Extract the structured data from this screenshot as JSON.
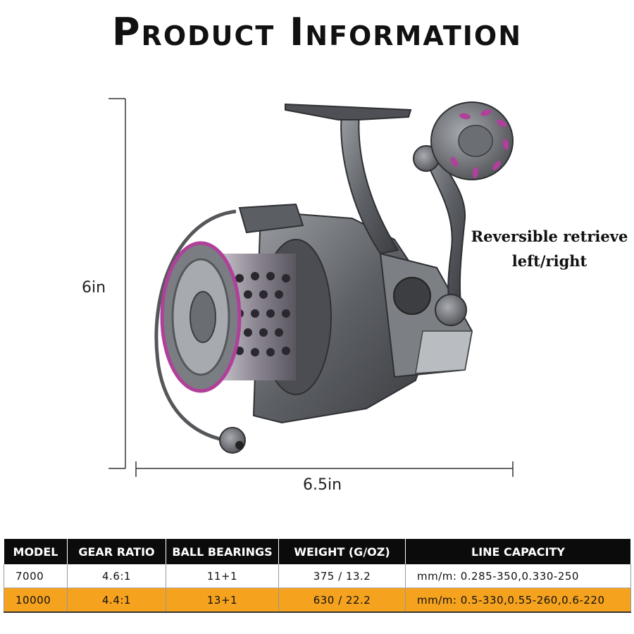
{
  "title": "Product Information",
  "dimensions": {
    "height": "6in",
    "width": "6.5in"
  },
  "callout": {
    "line1": "Reversible retrieve",
    "line2": "left/right"
  },
  "colors": {
    "accent": "#b0409a",
    "metal": "#6d7075",
    "header_bg": "#0b0b0b",
    "highlight_row": "#f5a21e"
  },
  "table": {
    "headers": [
      "MODEL",
      "GEAR RATIO",
      "BALL BEARINGS",
      "WEIGHT (G/OZ)",
      "LINE CAPACITY"
    ],
    "rows": [
      [
        "7000",
        "4.6:1",
        "11+1",
        "375 / 13.2",
        "mm/m: 0.285-350,0.330-250"
      ],
      [
        "10000",
        "4.4:1",
        "13+1",
        "630 / 22.2",
        "mm/m: 0.5-330,0.55-260,0.6-220"
      ]
    ]
  }
}
